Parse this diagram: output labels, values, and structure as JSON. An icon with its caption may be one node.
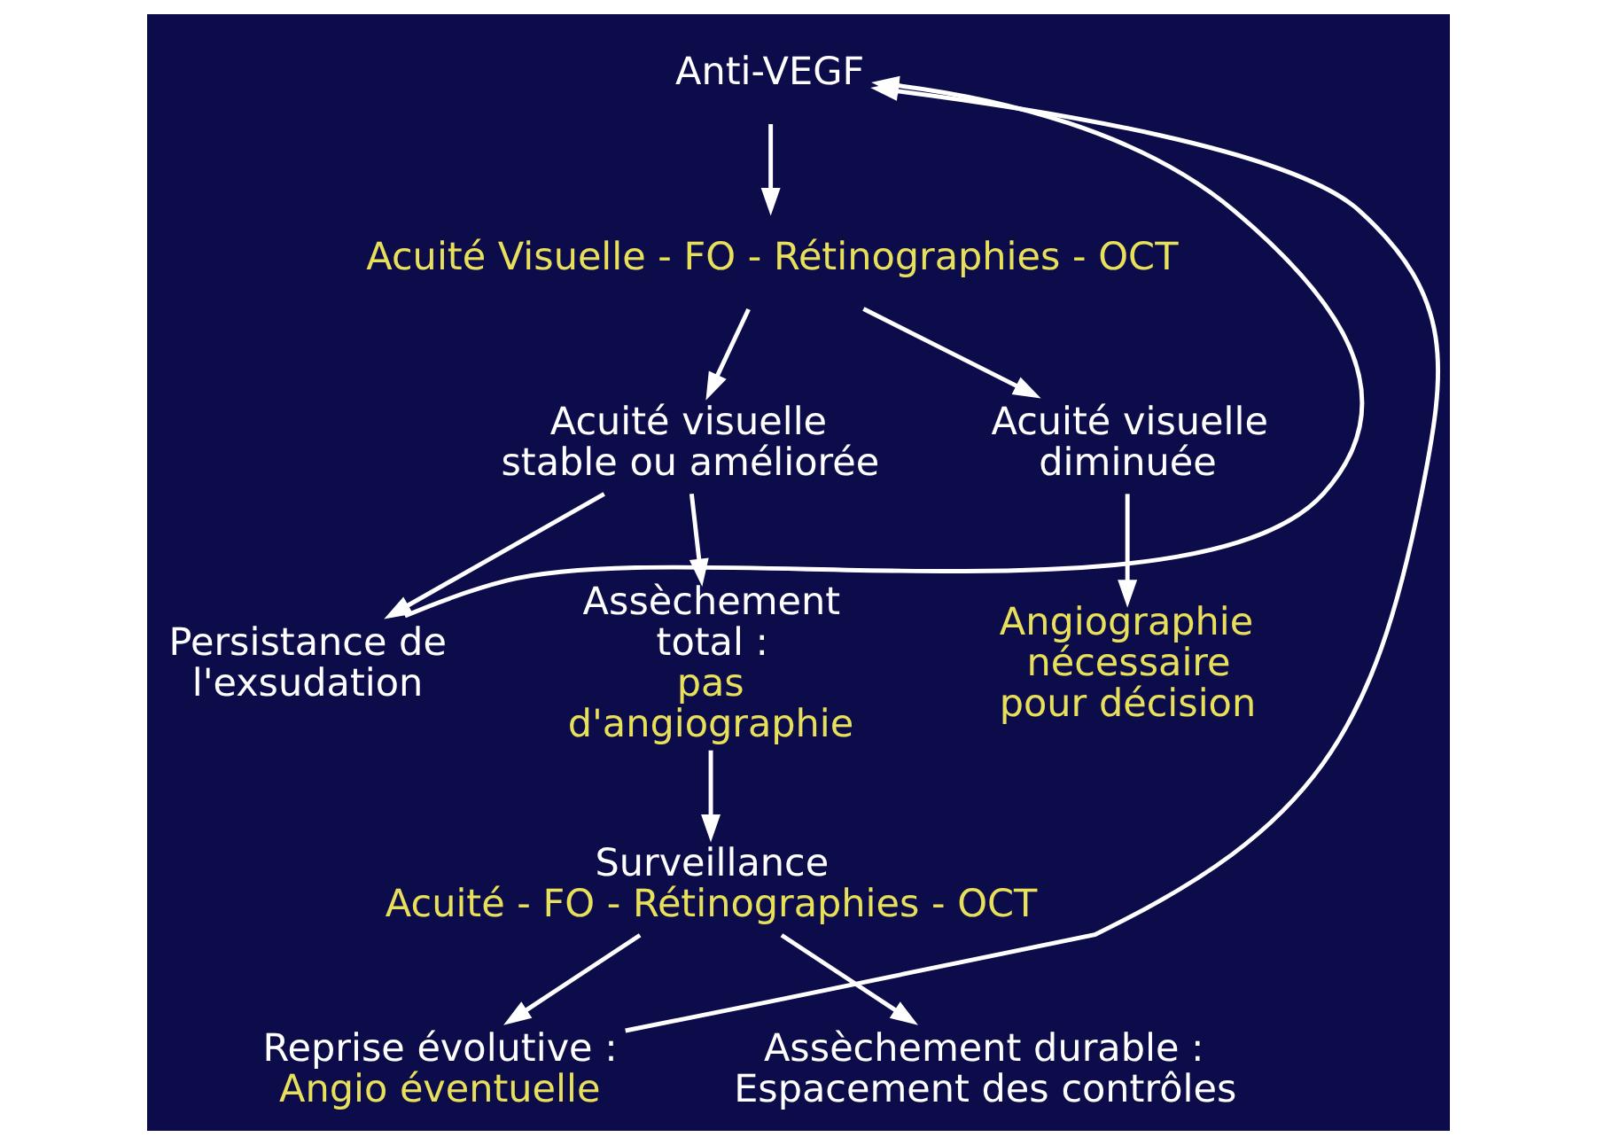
{
  "diagram": {
    "nodes": [
      {
        "text": [
          "Anti-VEGF"
        ]
      },
      {
        "text": [
          "Acuité Visuelle - FO - Rétinographies - OCT"
        ]
      },
      {
        "text": [
          "Acuité visuelle stable ou améliorée"
        ]
      },
      {
        "text": [
          "Acuité visuelle diminuée"
        ]
      },
      {
        "text": [
          "Persistance de l'exsudation"
        ]
      },
      {
        "text": [
          "Assèchement total :",
          "pas d'angiographie"
        ]
      },
      {
        "text": [
          "Angiographie nécessaire pour décision"
        ]
      },
      {
        "text": [
          "Surveillance",
          "Acuité - FO - Rétinographies - OCT"
        ]
      },
      {
        "text": [
          "Reprise évolutive :",
          "Angio éventuelle"
        ]
      },
      {
        "text": [
          "Assèchement durable : Espacement des contrôles"
        ]
      }
    ],
    "edges": [
      {
        "from": 0,
        "to": 1,
        "arrow": "to"
      },
      {
        "from": 1,
        "to": 2,
        "arrow": "to"
      },
      {
        "from": 1,
        "to": 3,
        "arrow": "to"
      },
      {
        "from": 2,
        "to": 4,
        "arrow": "to"
      },
      {
        "from": 2,
        "to": 5,
        "arrow": "to"
      },
      {
        "from": 3,
        "to": 6,
        "arrow": "to"
      },
      {
        "from": 5,
        "to": 7,
        "arrow": "to"
      },
      {
        "from": 7,
        "to": 8,
        "arrow": "to"
      },
      {
        "from": 7,
        "to": 9,
        "arrow": "to"
      },
      {
        "from": 4,
        "to": 0,
        "arrow": "to"
      },
      {
        "from": 8,
        "to": 0,
        "arrow": "to"
      }
    ]
  }
}
